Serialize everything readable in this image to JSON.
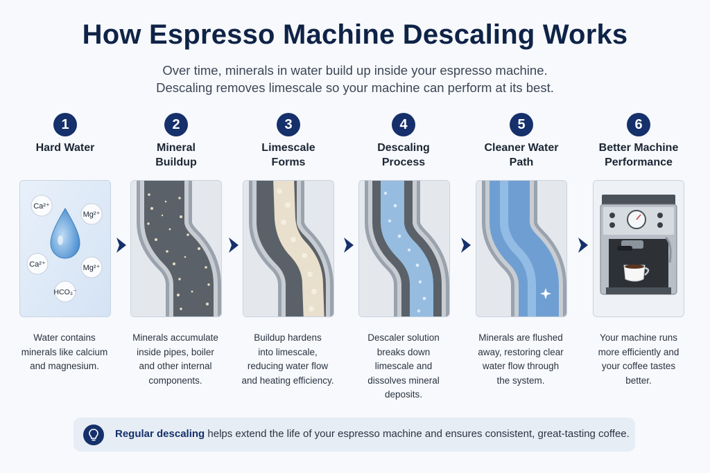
{
  "header": {
    "title": "How Espresso Machine Descaling Works",
    "subtitle_line1": "Over time, minerals in water build up inside your espresso machine.",
    "subtitle_line2": "Descaling removes limescale so your machine can perform at its best."
  },
  "steps": [
    {
      "number": "1",
      "title_line1": "Hard Water",
      "title_line2": "",
      "desc": [
        "Water contains",
        "minerals like calcium",
        "and magnesium."
      ]
    },
    {
      "number": "2",
      "title_line1": "Mineral",
      "title_line2": "Buildup",
      "desc": [
        "Minerals accumulate",
        "inside pipes, boiler",
        "and other internal",
        "components."
      ]
    },
    {
      "number": "3",
      "title_line1": "Limescale",
      "title_line2": "Forms",
      "desc": [
        "Buildup hardens",
        "into limescale,",
        "reducing water flow",
        "and heating efficiency."
      ]
    },
    {
      "number": "4",
      "title_line1": "Descaling",
      "title_line2": "Process",
      "desc": [
        "Descaler solution",
        "breaks down",
        "limescale and",
        "dissolves mineral",
        "deposits."
      ]
    },
    {
      "number": "5",
      "title_line1": "Cleaner Water",
      "title_line2": "Path",
      "desc": [
        "Minerals are flushed",
        "away, restoring clear",
        "water flow through",
        "the system."
      ]
    },
    {
      "number": "6",
      "title_line1": "Better Machine",
      "title_line2": "Performance",
      "desc": [
        "Your machine runs",
        "more efficiently and",
        "your coffee tastes",
        "better."
      ]
    }
  ],
  "minerals": {
    "ca1": "Ca²⁺",
    "mg1": "Mg²⁺",
    "ca2": "Ca²⁺",
    "mg2": "Mg²⁺",
    "hco3": "HCO₃⁻"
  },
  "icons": {
    "drop": "water-drop-icon",
    "arrow": "chevron-right-arrow-icon",
    "tip": "lightbulb-icon"
  },
  "tip": {
    "bold": "Regular descaling",
    "rest": " helps extend the life of your espresso machine and ensures consistent, great-tasting coffee."
  },
  "colors": {
    "navy": "#15306a",
    "water_blue": "#7fb2e0",
    "scale": "#e8dfcc"
  }
}
